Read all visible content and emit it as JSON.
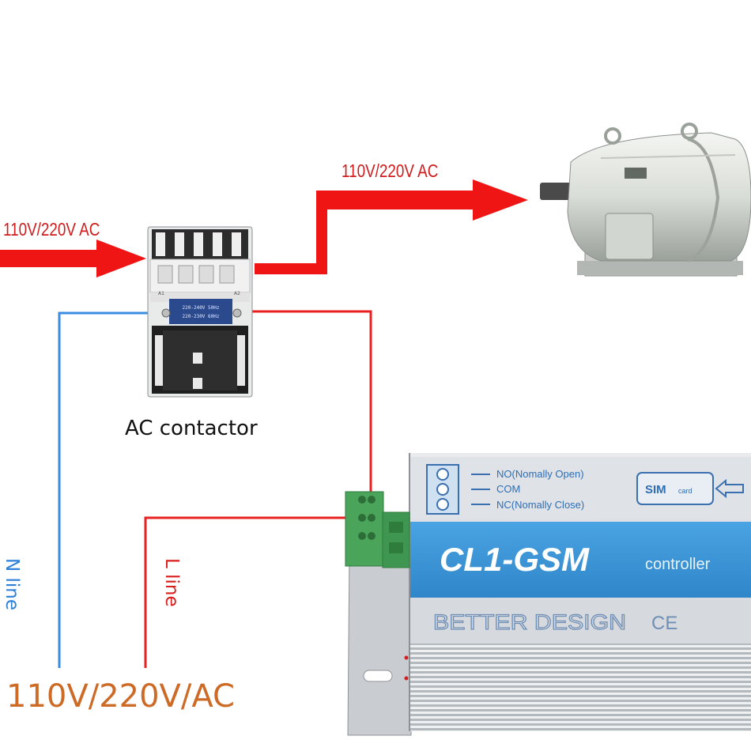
{
  "labels": {
    "input_power": "110V/220V AC",
    "motor_power": "110V/220V AC",
    "contactor": "AC contactor",
    "n_line": "N line",
    "l_line": "L line",
    "mains_voltage": "110V/220V/AC"
  },
  "controller": {
    "name": "CL1-GSM",
    "subtitle": "controller",
    "brand": "BETTER DESIGN",
    "ce_mark": "CE",
    "sim_label": "SIM",
    "sim_small": "card",
    "terminals": [
      {
        "label": "NO(Nomally Open)"
      },
      {
        "label": "COM"
      },
      {
        "label": "NC(Nomally Close)"
      }
    ]
  },
  "contactor_plate": {
    "line1": "220-240V 50Hz",
    "line2": "220-230V 60Hz",
    "left_terminal": "A1",
    "right_terminal": "A2"
  },
  "colors": {
    "power_arrow": "#ef1515",
    "l_wire": "#e82020",
    "n_wire": "#3a8de0",
    "n_label": "#2f7fd6",
    "l_label": "#d81d1d",
    "mains_label": "#cc6a26",
    "controller_band": "#3d96d8",
    "terminal_block": "#4aa55a"
  }
}
